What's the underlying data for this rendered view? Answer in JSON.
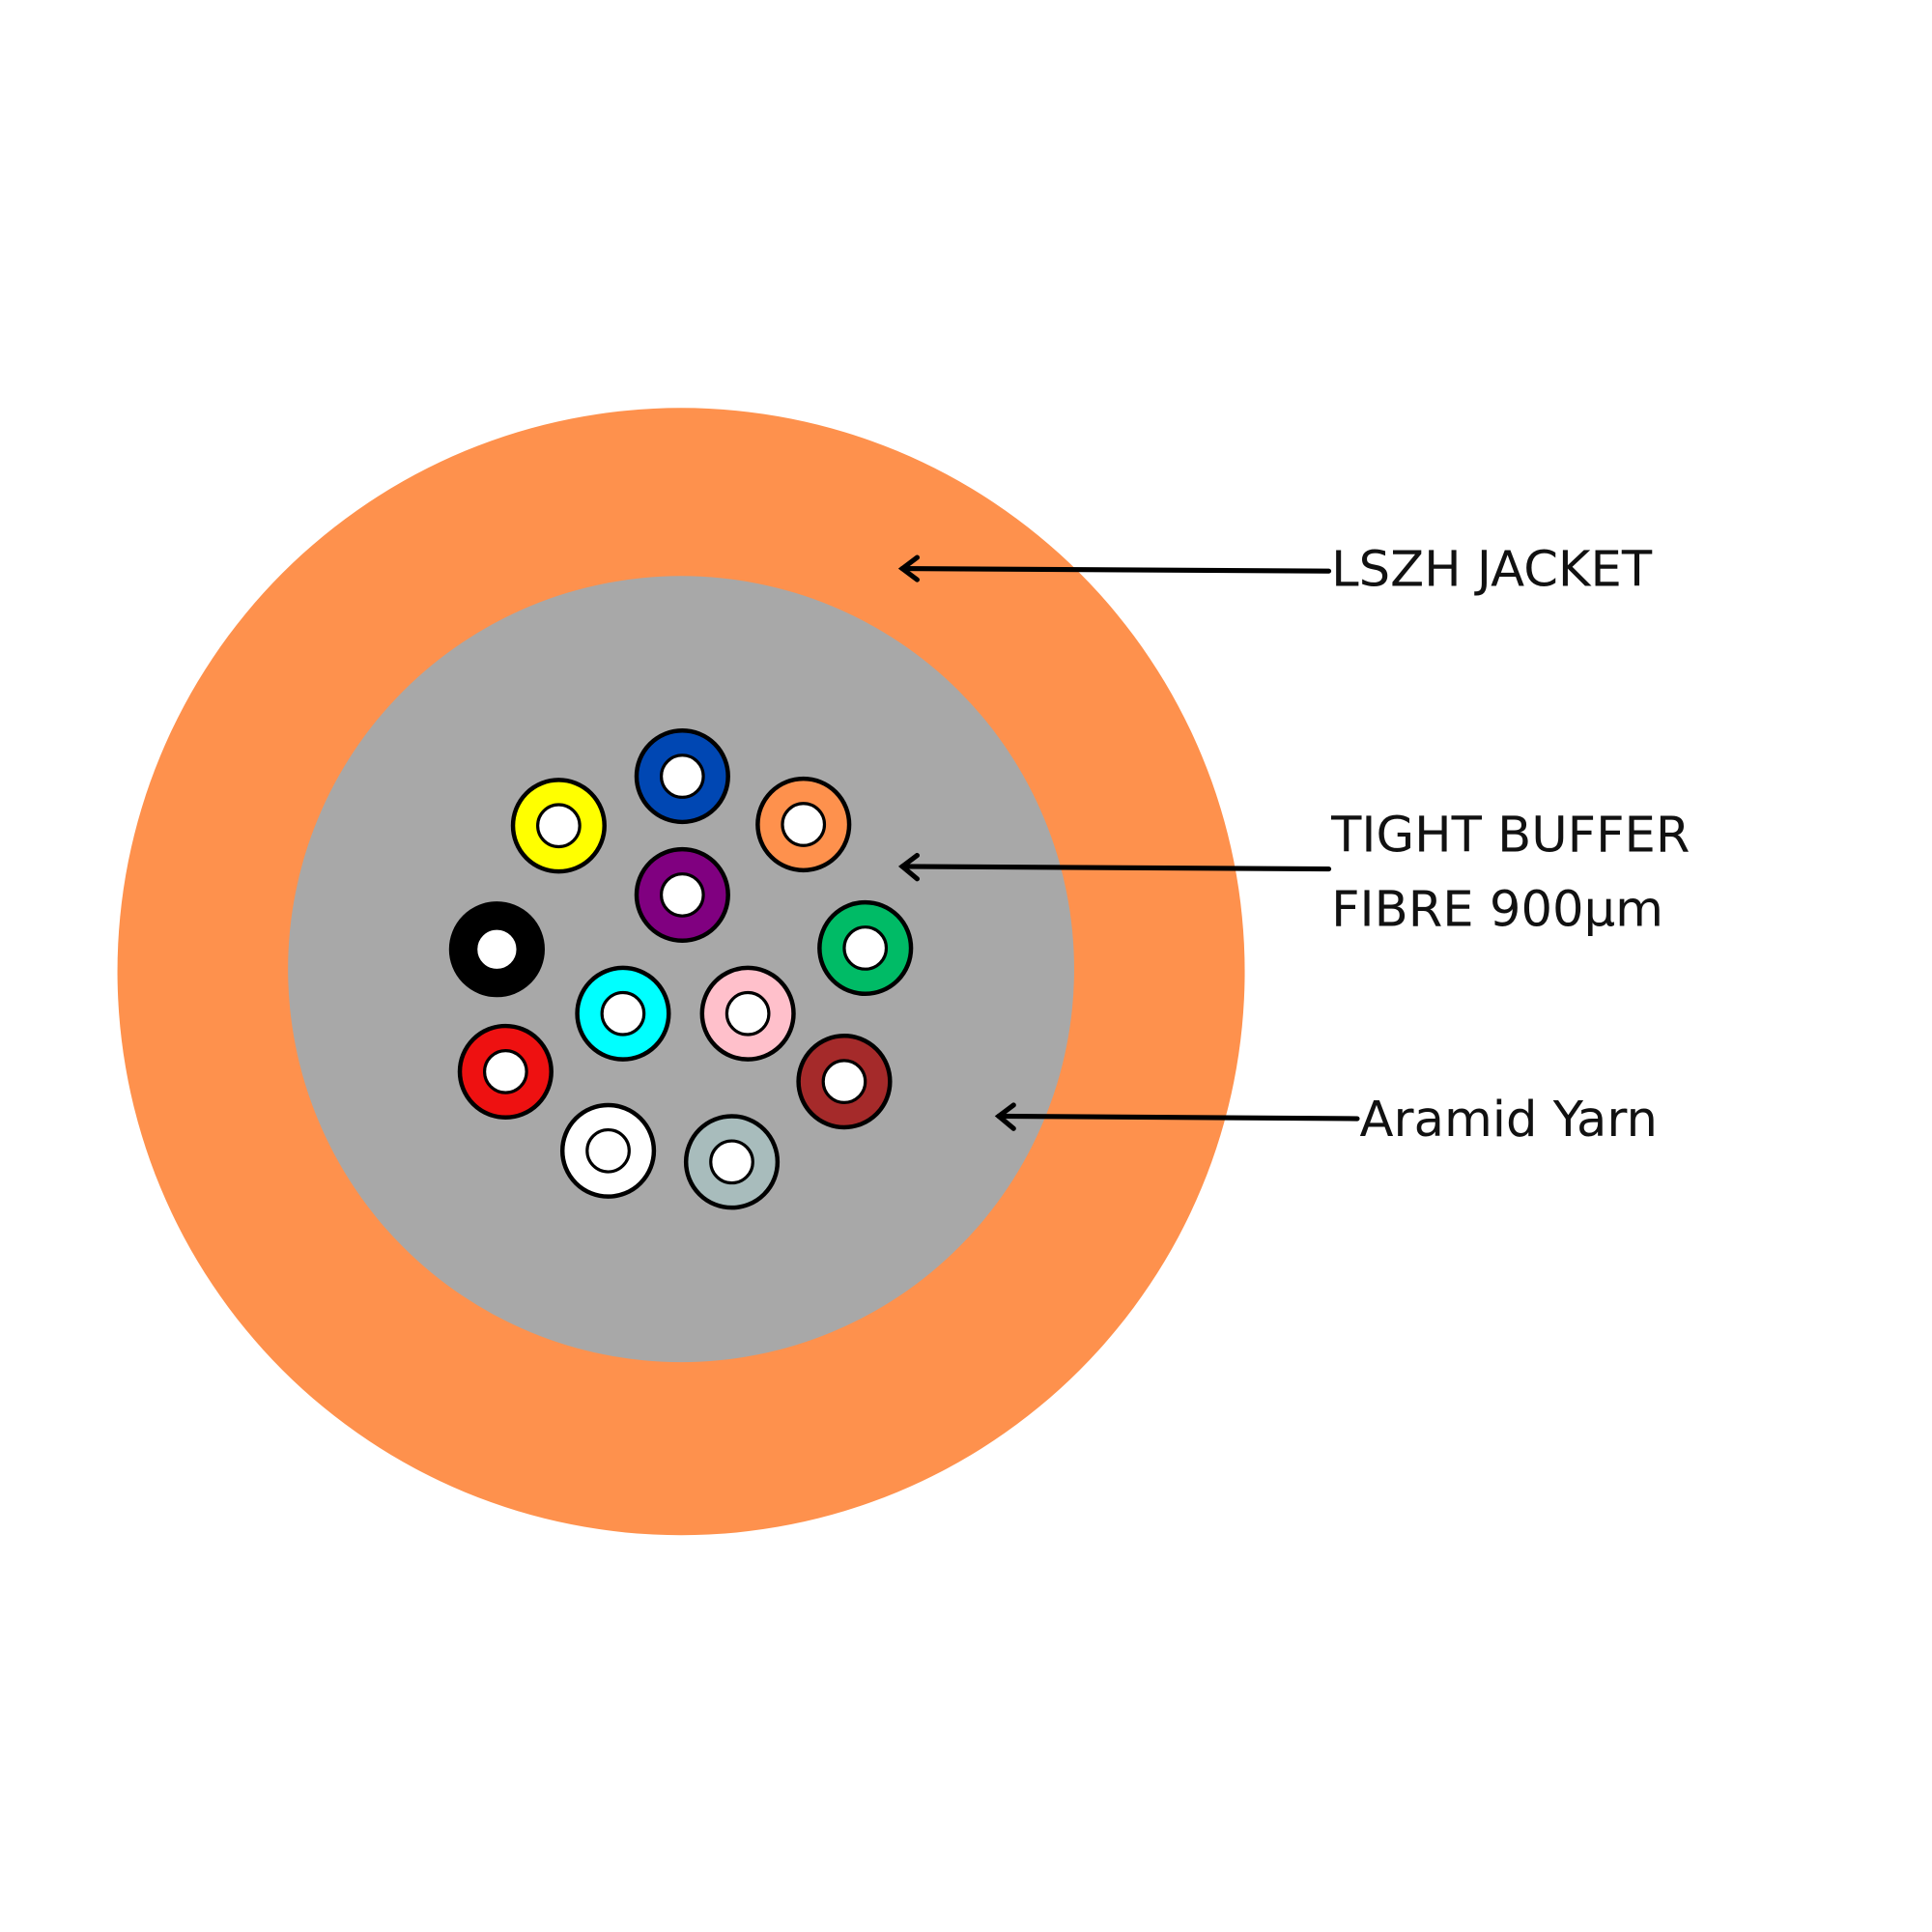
{
  "colors": {
    "jacket": "#FE914D",
    "aramid": "#A8A8A8",
    "outline": "#000000",
    "core": "#FFFFFF"
  },
  "labels": {
    "jacket": "LSZH JACKET",
    "buffer_line1": "TIGHT BUFFER",
    "buffer_line2": "FIBRE 900µm",
    "aramid": "Aramid Yarn"
  },
  "fibres": [
    {
      "name": "blue",
      "color": "#0047B3"
    },
    {
      "name": "orange",
      "color": "#FE914D"
    },
    {
      "name": "green",
      "color": "#00BB66"
    },
    {
      "name": "brown",
      "color": "#A52A2A"
    },
    {
      "name": "slate",
      "color": "#A8BCBC"
    },
    {
      "name": "white",
      "color": "#FFFFFF"
    },
    {
      "name": "red",
      "color": "#EE1111"
    },
    {
      "name": "black",
      "color": "#000000"
    },
    {
      "name": "yellow",
      "color": "#FFFF00"
    },
    {
      "name": "purple",
      "color": "#800080"
    },
    {
      "name": "cyan",
      "color": "#00FFFF"
    },
    {
      "name": "pink",
      "color": "#FFC0CB"
    }
  ]
}
